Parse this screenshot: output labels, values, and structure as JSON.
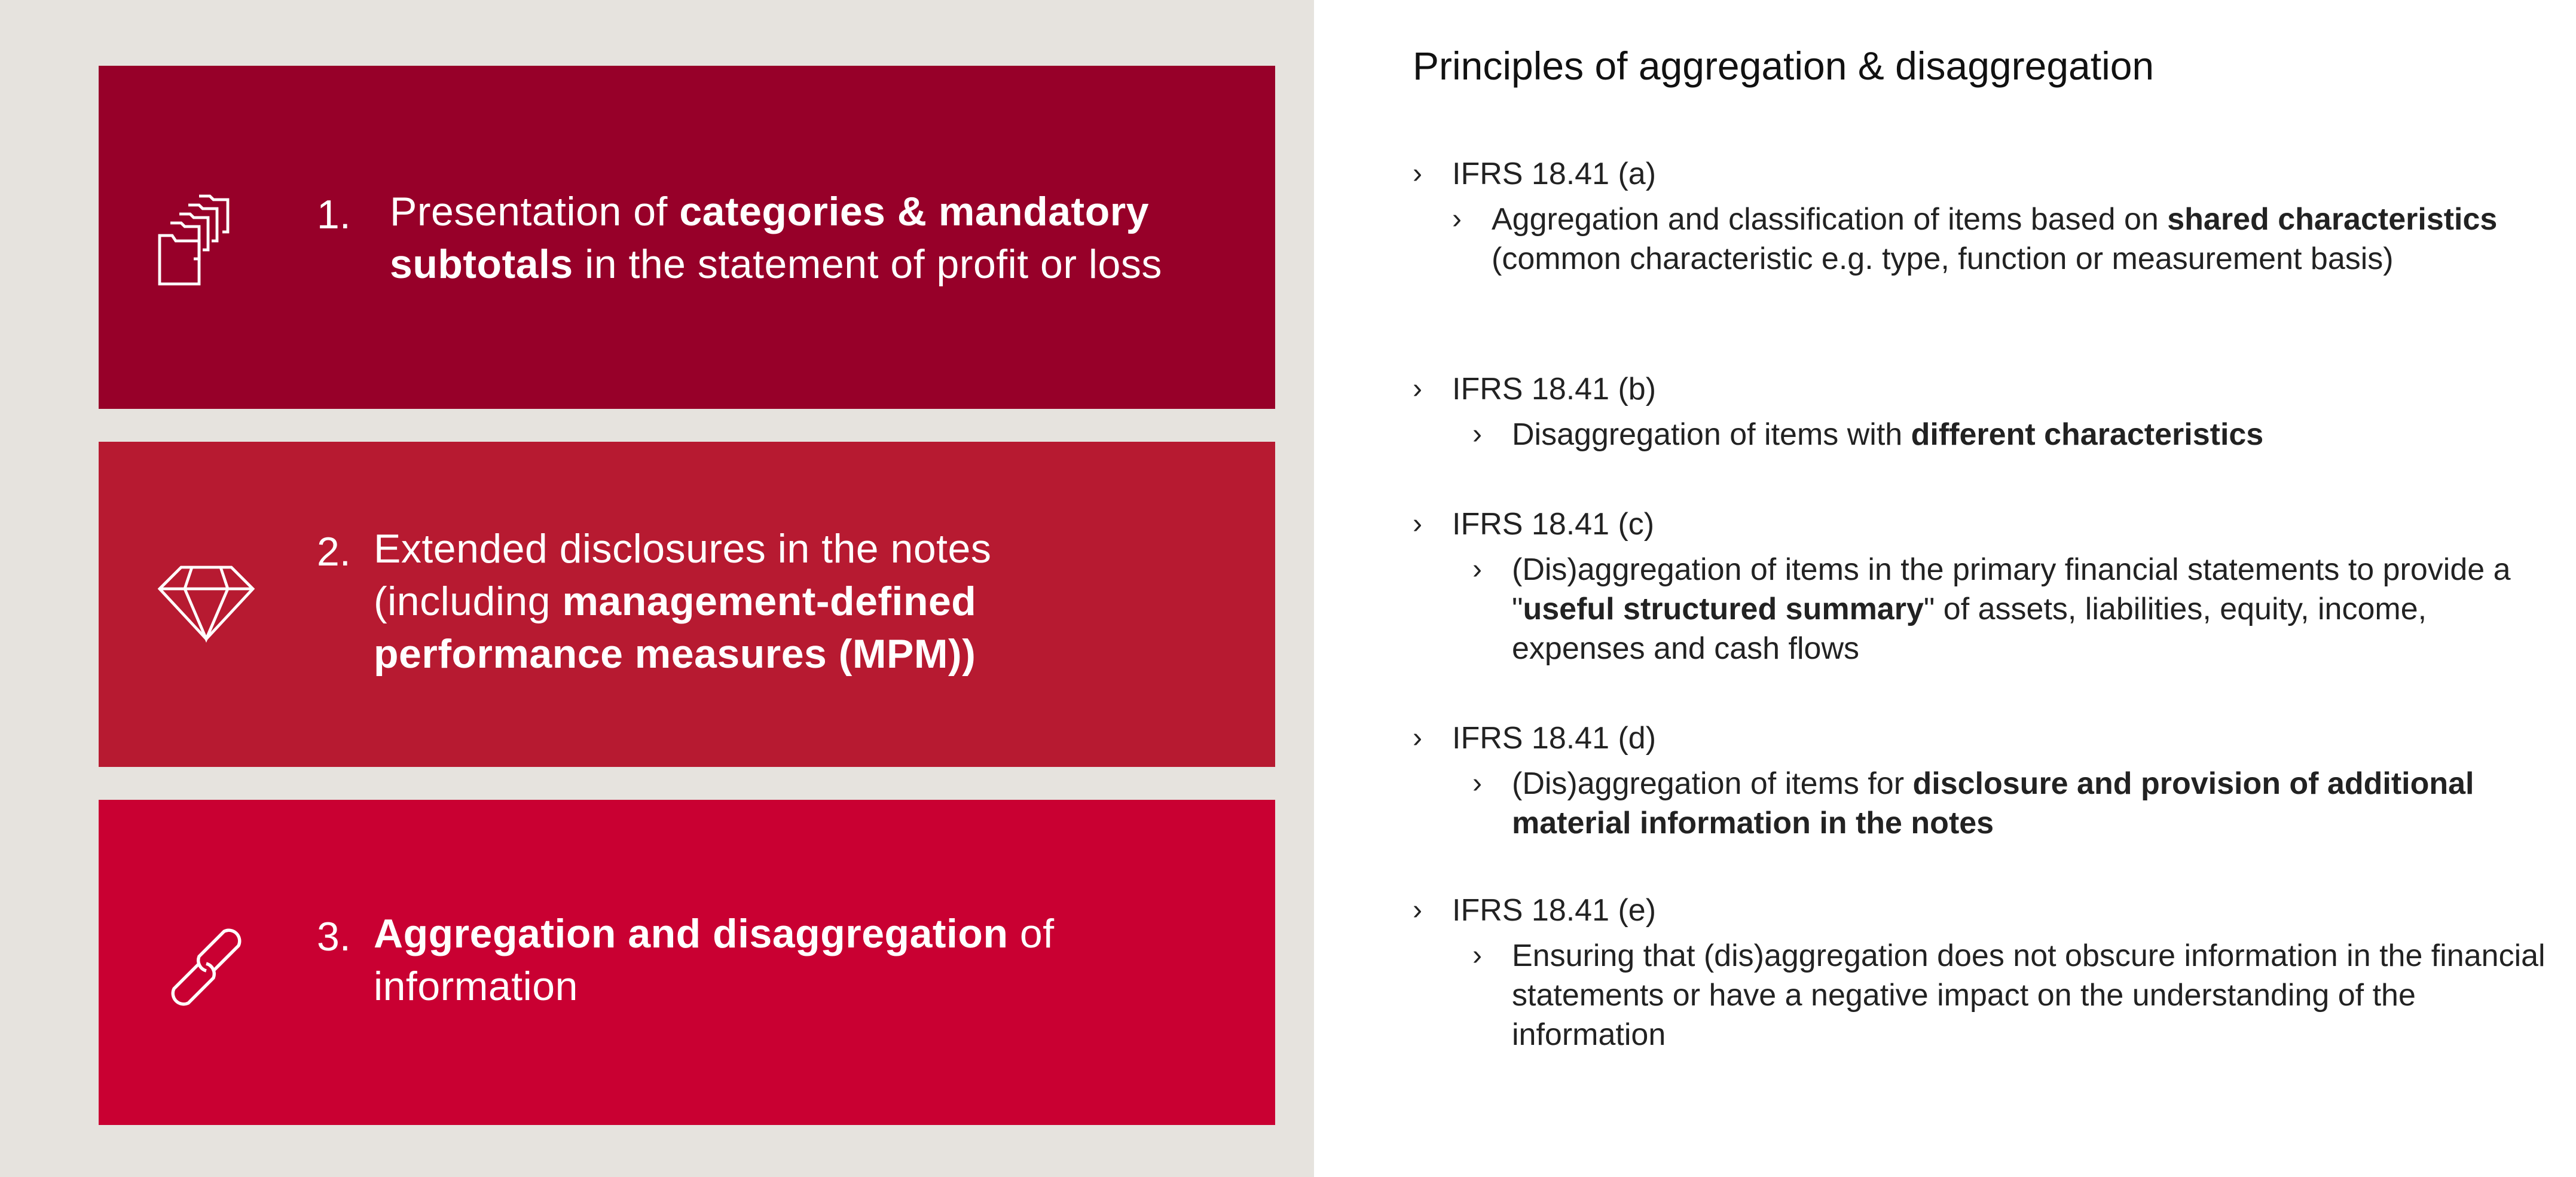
{
  "colors": {
    "panel": "#e6e3de",
    "box1": "#970029",
    "box2": "#b71a31",
    "box3": "#c90032"
  },
  "boxes": [
    {
      "icon": "folders-icon",
      "number": "1.",
      "segments": [
        "Presentation of ",
        "categories & mandatory subtotals",
        " in the statement of profit or loss"
      ]
    },
    {
      "icon": "diamond-icon",
      "number": "2.",
      "segments": [
        "Extended disclosures in the notes (including ",
        "management-defined performance measures (MPM))"
      ]
    },
    {
      "icon": "link-icon",
      "number": "3.",
      "segments": [
        "Aggregation and disaggregation",
        " of information"
      ]
    }
  ],
  "title": "Principles of aggregation & disaggregation",
  "bullet": "›",
  "principles": [
    {
      "label": "IFRS 18.41 (a)",
      "segments": [
        "Aggregation and classification of items based on ",
        "shared characteristics",
        " (common characteristic e.g. type, function or measurement basis)"
      ]
    },
    {
      "label": "IFRS 18.41 (b)",
      "segments": [
        "Disaggregation of items with ",
        "different characteristics"
      ]
    },
    {
      "label": "IFRS 18.41 (c)",
      "segments": [
        "(Dis)aggregation of items in the primary financial statements to provide a \"",
        "useful structured summary",
        "\" of assets, liabilities, equity, income, expenses and cash flows"
      ]
    },
    {
      "label": "IFRS 18.41 (d)",
      "segments": [
        "(Dis)aggregation of items for ",
        "disclosure and provision of additional material information in the notes"
      ]
    },
    {
      "label": "IFRS 18.41 (e)",
      "segments": [
        "Ensuring that (dis)aggregation does not obscure information in the financial statements or have a negative impact on the understanding of the information"
      ]
    }
  ]
}
